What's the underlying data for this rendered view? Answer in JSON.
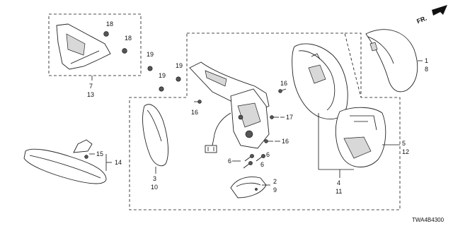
{
  "direction_label": "FR.",
  "diagram_code": "TWA4B4300",
  "callouts": {
    "c1": "1",
    "c8": "8",
    "c5": "5",
    "c12": "12",
    "c4": "4",
    "c11": "11",
    "c2": "2",
    "c9": "9",
    "c3": "3",
    "c10": "10",
    "c7": "7",
    "c13": "13",
    "c14": "14",
    "c15": "15",
    "c17": "17",
    "c18a": "18",
    "c18b": "18",
    "c19a": "19",
    "c19b": "19",
    "c19c": "19",
    "c16a": "16",
    "c16b": "16",
    "c16c": "16",
    "c6a": "6",
    "c6b": "6",
    "c6c": "6"
  }
}
